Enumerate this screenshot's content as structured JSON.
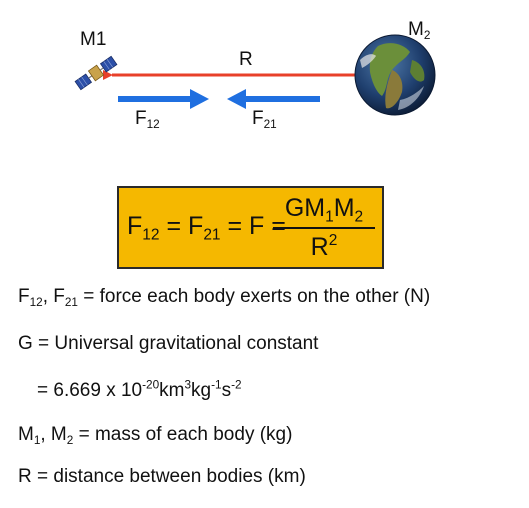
{
  "labels": {
    "m1": "M1",
    "m2": "M",
    "m2_sub": "2",
    "r": "R",
    "f12": "F",
    "f12_sub": "12",
    "f21": "F",
    "f21_sub": "21"
  },
  "formula": {
    "f": "F",
    "f12_sub": "12",
    "eq1": " = ",
    "f21_sub": "21",
    "eq2": " = F = ",
    "num_g": "GM",
    "num_sub1": "1",
    "num_m": "M",
    "num_sub2": "2",
    "den_r": "R",
    "den_sup": "2"
  },
  "definitions": {
    "line1": {
      "f": "F",
      "sub1": "12",
      "mid": ", F",
      "sub2": "21",
      "rest": " = force  each body exerts on the other (N)"
    },
    "line2": "G = Universal gravitational constant",
    "line3": {
      "pre": "= 6.669 x 10",
      "sup1": "-20",
      "km": "km",
      "sup2": "3",
      "kg": "kg",
      "sup3": "-1",
      "s": "s",
      "sup4": "-2"
    },
    "line4": {
      "m": "M",
      "sub1": "1",
      "mid": ", M",
      "sub2": "2",
      "rest": " = mass of each body (kg)"
    },
    "line5": "R = distance between bodies (km)"
  },
  "colors": {
    "r_arrow": "#e8402a",
    "force_arrow": "#1f6fe0",
    "formula_bg": "#f5b800"
  },
  "icons": {
    "satellite": "satellite-icon",
    "earth": "earth-icon"
  }
}
